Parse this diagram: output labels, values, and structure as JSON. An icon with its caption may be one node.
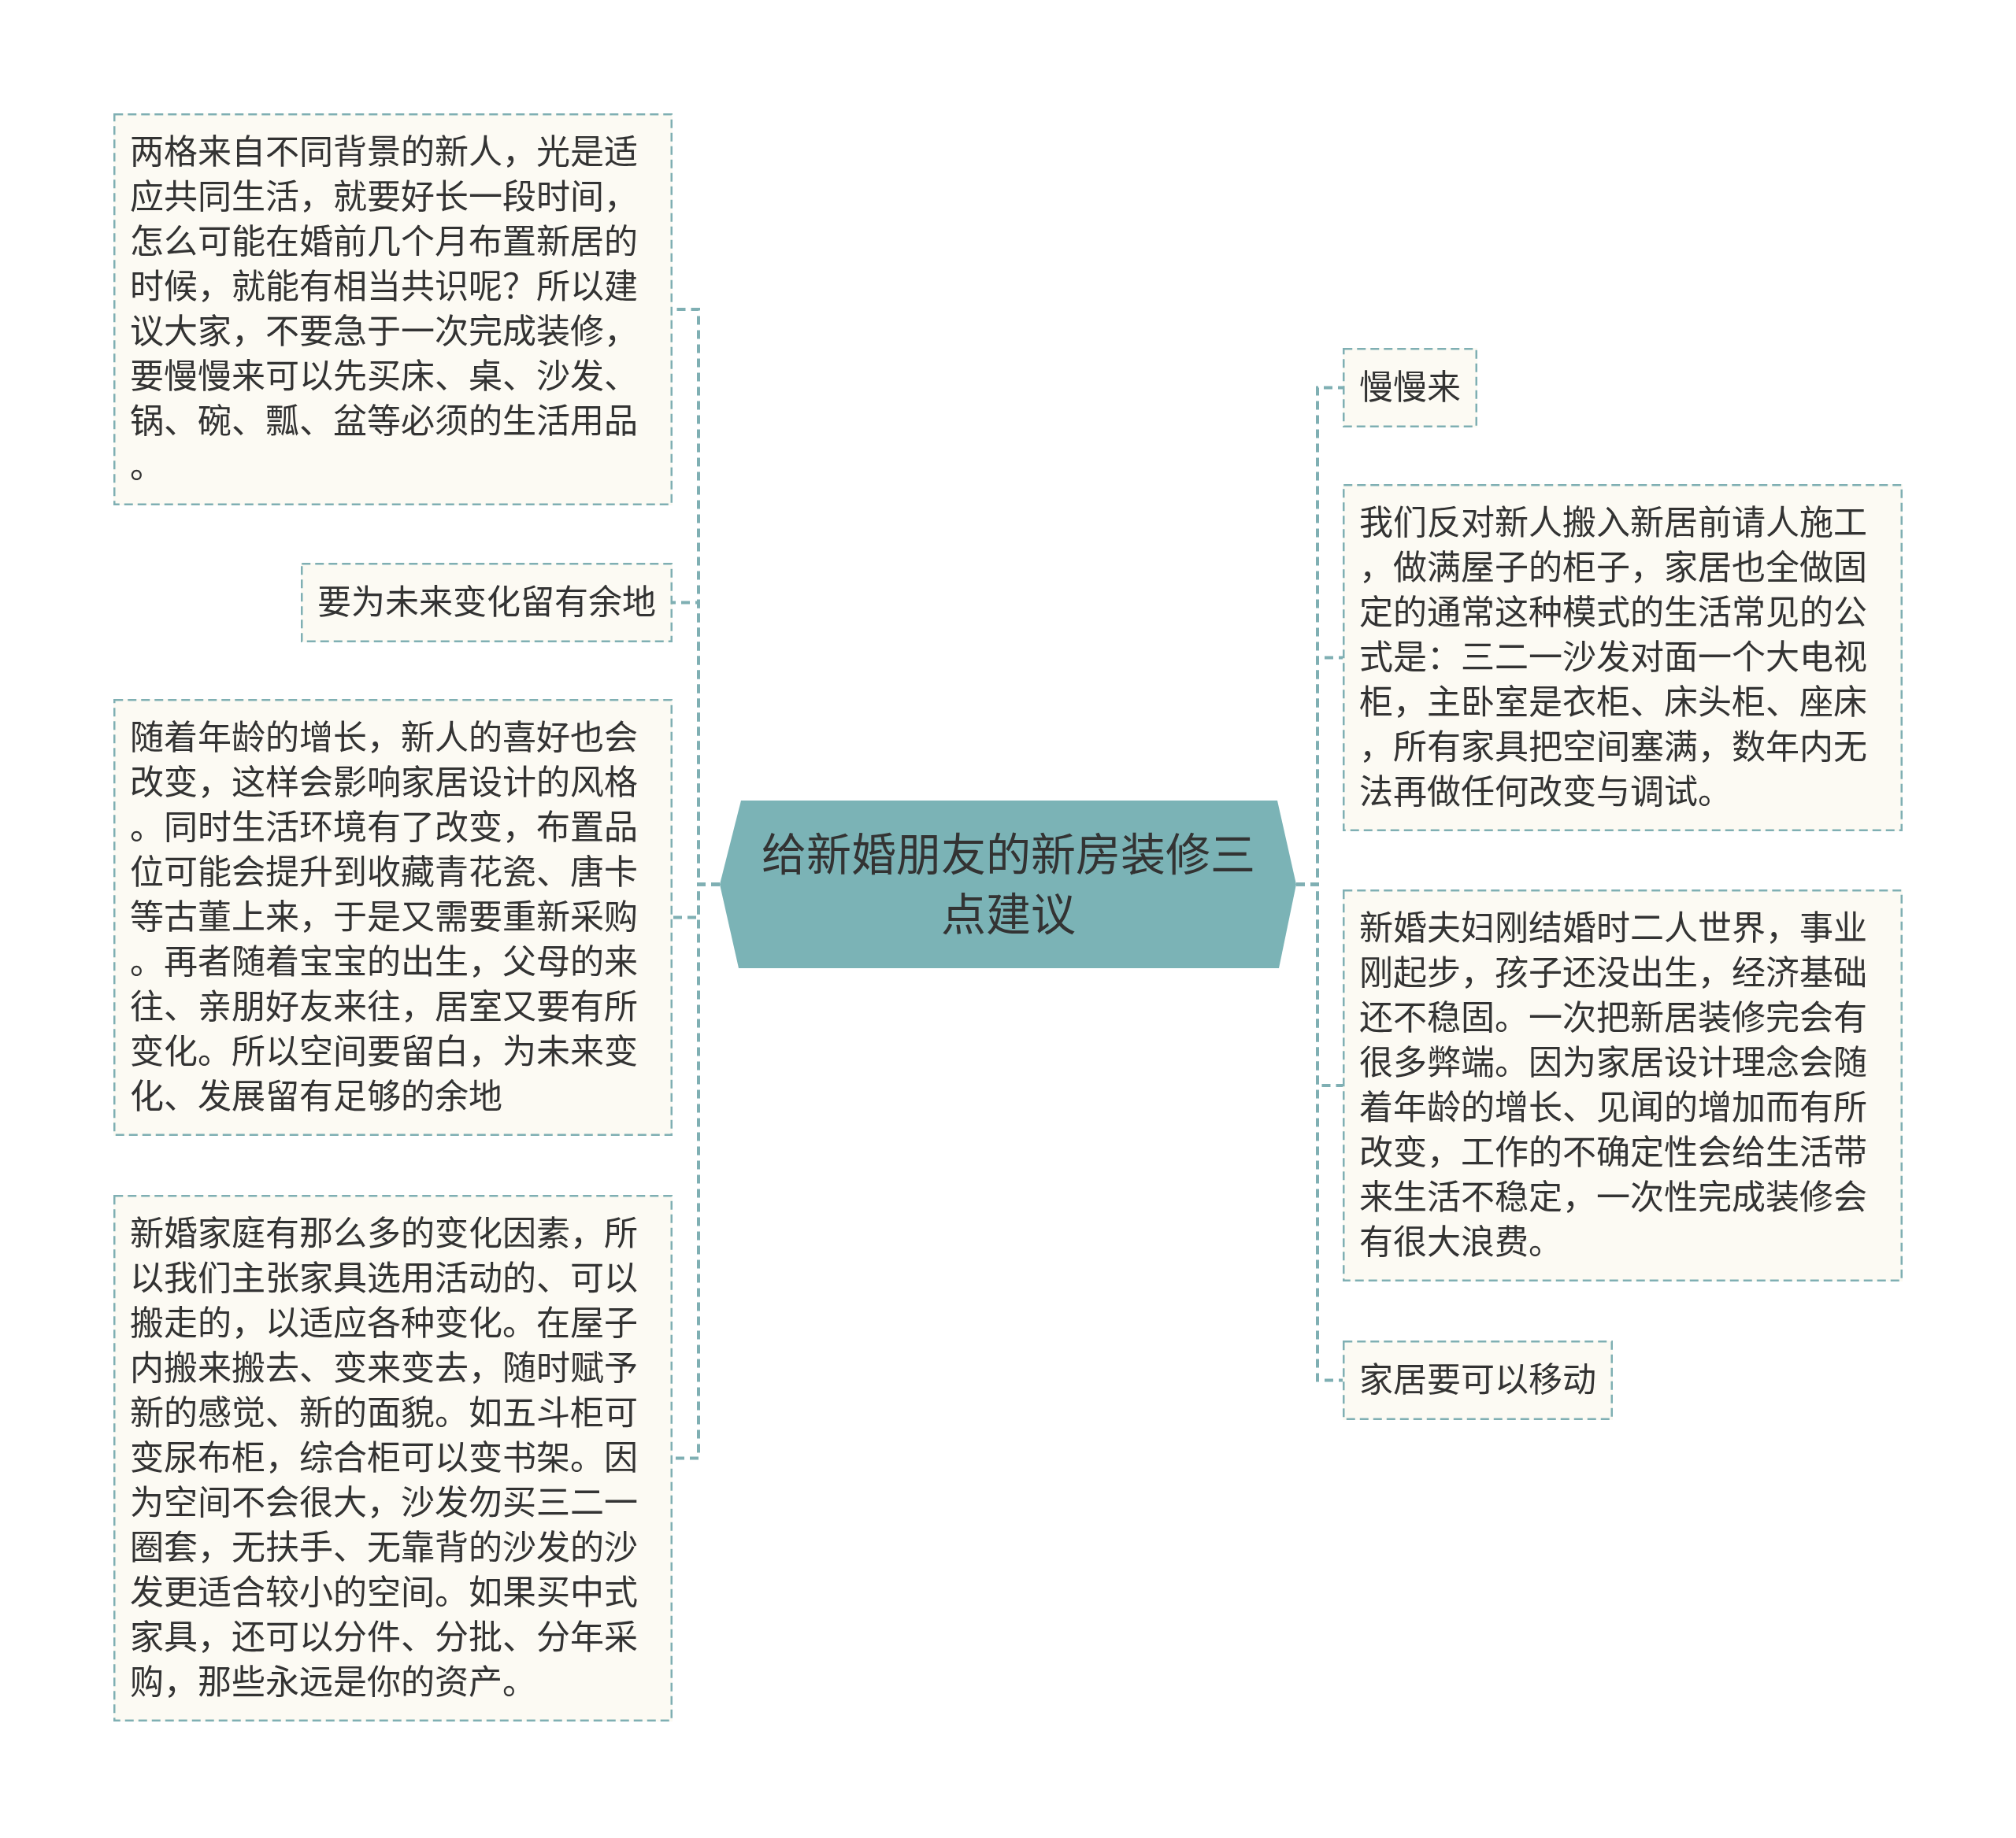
{
  "diagram": {
    "nodes": [
      {
        "text": [
          "给新婚朋友的新房装修三点建议"
        ]
      },
      {
        "text": [
          "两格来自不同背景的新人，光是适应共同生活，就要好长一段时间，怎么可能在婚前几个月布置新居的时候，就能有相当共识呢？所以建议大家，不要急于一次完成装修，要慢慢来可以先买床、桌、沙发、锅、碗、瓢、盆等必须的生活用品。"
        ]
      },
      {
        "text": [
          "要为未来变化留有余地"
        ]
      },
      {
        "text": [
          "随着年龄的增长，新人的喜好也会改变，这样会影响家居设计的风格。同时生活环境有了改变，布置品位可能会提升到收藏青花瓷、唐卡等古董上来，于是又需要重新采购。再者随着宝宝的出生，父母的来往、亲朋好友来往，居室又要有所变化。所以空间要留白，为未来变化、发展留有足够的余地"
        ]
      },
      {
        "text": [
          "新婚家庭有那么多的变化因素，所以我们主张家具选用活动的、可以搬走的，以适应各种变化。在屋子内搬来搬去、变来变去，随时赋予新的感觉、新的面貌。如五斗柜可变尿布柜，综合柜可以变书架。因为空间不会很大，沙发勿买三二一圈套，无扶手、无靠背的沙发的沙发更适合较小的空间。如果买中式家具，还可以分件、分批、分年采购，那些永远是你的资产。"
        ]
      },
      {
        "text": [
          "慢慢来"
        ]
      },
      {
        "text": [
          "我们反对新人搬入新居前请人施工，做满屋子的柜子，家居也全做固定的通常这种模式的生活常见的公式是：三二一沙发对面一个大电视柜，主卧室是衣柜、床头柜、座床，所有家具把空间塞满，数年内无法再做任何改变与调试。"
        ]
      },
      {
        "text": [
          "新婚夫妇刚结婚时二人世界，事业刚起步，孩子还没出生，经济基础还不稳固。一次把新居装修完会有很多弊端。因为家居设计理念会随着年龄的增长、见闻的增加而有所改变，工作的不确定性会给生活带来生活不稳定，一次性完成装修会有很大浪费。"
        ]
      },
      {
        "text": [
          "家居要可以移动"
        ]
      }
    ],
    "edges": [
      {
        "from": 0,
        "to": 1,
        "arrow": "none",
        "style": "dashed"
      },
      {
        "from": 0,
        "to": 2,
        "arrow": "none",
        "style": "dashed"
      },
      {
        "from": 0,
        "to": 3,
        "arrow": "none",
        "style": "dashed"
      },
      {
        "from": 0,
        "to": 4,
        "arrow": "none",
        "style": "dashed"
      },
      {
        "from": 0,
        "to": 5,
        "arrow": "none",
        "style": "dashed"
      },
      {
        "from": 0,
        "to": 6,
        "arrow": "none",
        "style": "dashed"
      },
      {
        "from": 0,
        "to": 7,
        "arrow": "none",
        "style": "dashed"
      },
      {
        "from": 0,
        "to": 8,
        "arrow": "none",
        "style": "dashed"
      }
    ]
  }
}
